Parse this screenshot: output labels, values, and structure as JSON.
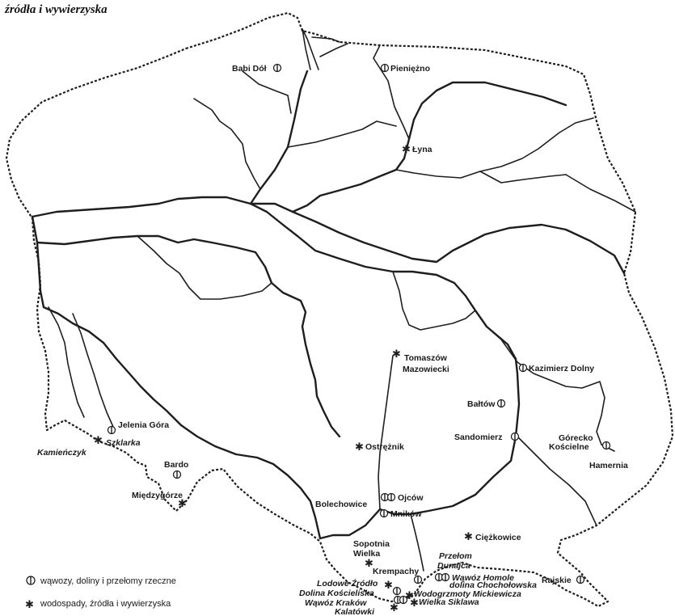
{
  "title": "źródła i wywierzyska",
  "legend": [
    {
      "symbol": "gorge-icon",
      "text": "wąwozy, doliny i przełomy rzeczne"
    },
    {
      "symbol": "waterfall-spring-icon",
      "text": "wodospady, źródła i wywierzyska"
    }
  ],
  "labels": {
    "babi_dol": "Babi Dół",
    "pieniezno": "Pieniężno",
    "lyna": "Łyna",
    "tomaszow_1": "Tomaszów",
    "tomaszow_2": "Mazowiecki",
    "kazimierz": "Kazimierz Dolny",
    "baltow": "Bałtów",
    "sandomierz": "Sandomierz",
    "gorecko_1": "Górecko",
    "gorecko_2": "Kościelne",
    "hamernia": "Hamernia",
    "jelenia_gora": "Jelenia Góra",
    "kamienczyk": "Kamieńczyk",
    "szklarka": "Szklarka",
    "bardo": "Bardo",
    "miedzygorze": "Międzygórze",
    "ostreznik": "Ostrężnik",
    "bolechowice": "Bolechowice",
    "ojcow": "Ojców",
    "mnikow": "Mników",
    "ciezkowice": "Ciężkowice",
    "sopotnia_1": "Sopotnia",
    "sopotnia_2": "Wielka",
    "krempachy": "Krempachy",
    "przelom_1": "Przełom",
    "przelom_2": "Dunajca",
    "wawoz_homole": "Wąwóz Homole",
    "rajskie": "Rajskie",
    "lodowe_zrodlo": "Lodowe Źródło",
    "dolina_koscieliska": "Dolina Kościeliska",
    "wawoz_krakow": "Wąwóz Kraków",
    "kalatowki": "Kalatówki",
    "dolina_chocholowska": "dolina Chochołowska",
    "wodogrzmoty": "Wodogrzmoty Mickiewicza",
    "wielka_siklawa": "Wielka Siklawa"
  }
}
